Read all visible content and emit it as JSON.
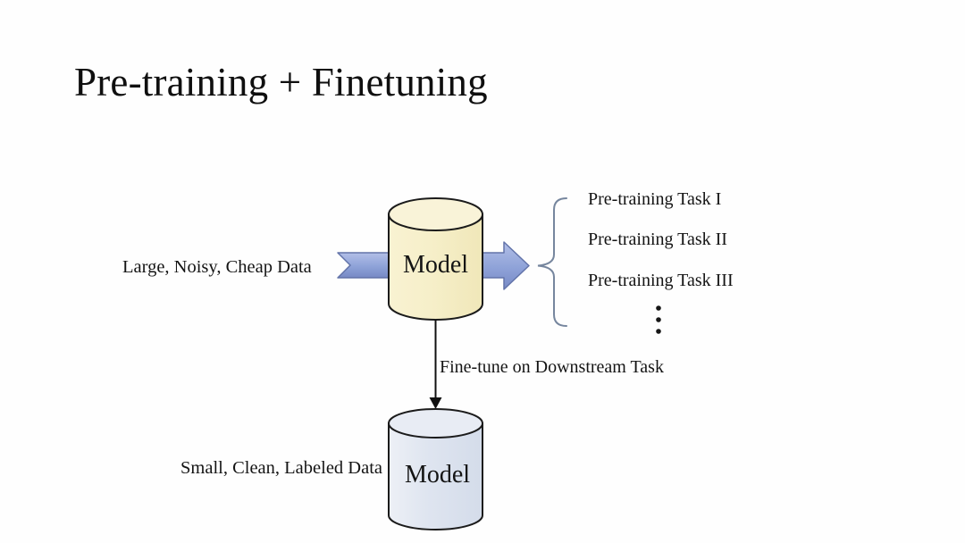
{
  "slide": {
    "title": "Pre-training + Finetuning",
    "background_color": "#fefefe"
  },
  "diagram": {
    "pretrain_flow": {
      "input_label": "Large, Noisy, Cheap Data",
      "model_label": "Model",
      "tasks": [
        "Pre-training Task I",
        "Pre-training Task II",
        "Pre-training Task III"
      ],
      "tasks_ellipsis_icon": "vertical-ellipsis-icon"
    },
    "finetune_flow": {
      "arrow_label": "Fine-tune on Downstream Task",
      "input_label": "Small, Clean, Labeled Data",
      "model_label": "Model"
    },
    "colors": {
      "arrow_fill": "#8ea2d8",
      "arrow_outline": "#6273a9",
      "pretrain_cylinder_fill": "#f5eec8",
      "finetune_cylinder_fill": "#dce2ee",
      "cylinder_outline": "#1b1b1b",
      "brace_stroke": "#76869e",
      "text": "#141414"
    }
  }
}
